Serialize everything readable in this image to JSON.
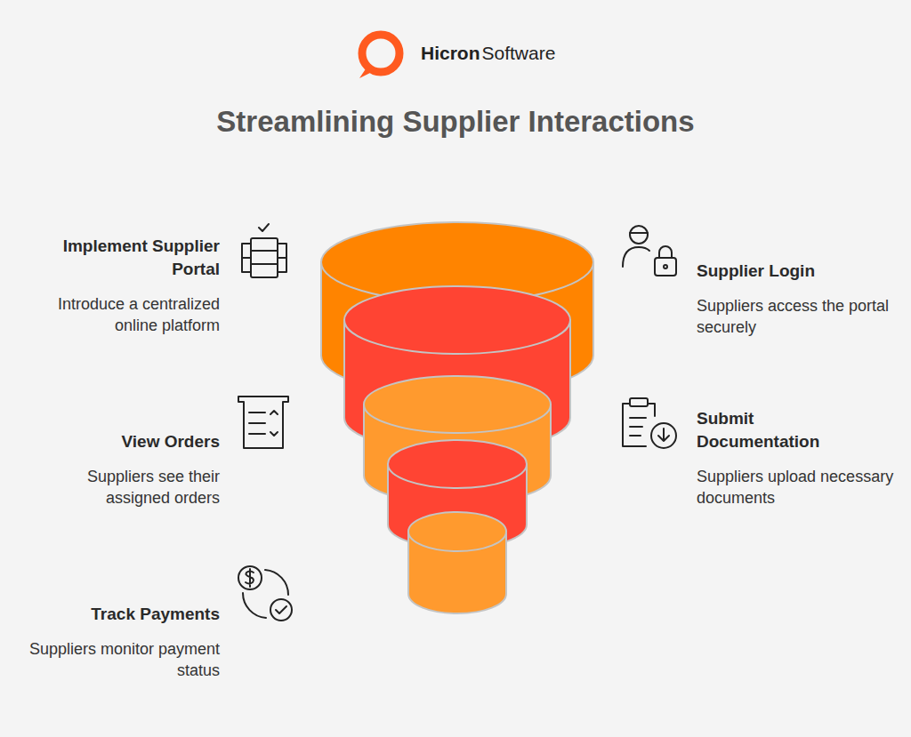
{
  "diagram": {
    "title": "Streamlining Supplier Interactions",
    "nodes": [
      {
        "text": [
          "Implement Supplier Portal",
          "Introduce a centralized online platform"
        ]
      },
      {
        "text": [
          "Supplier Login",
          "Suppliers access the portal securely"
        ]
      },
      {
        "text": [
          "View Orders",
          "Suppliers see their assigned orders"
        ]
      },
      {
        "text": [
          "Submit Documentation",
          "Suppliers upload necessary documents"
        ]
      },
      {
        "text": [
          "Track Payments",
          "Suppliers monitor payment status"
        ]
      }
    ],
    "labels": [
      "Hicron",
      "Software"
    ]
  }
}
